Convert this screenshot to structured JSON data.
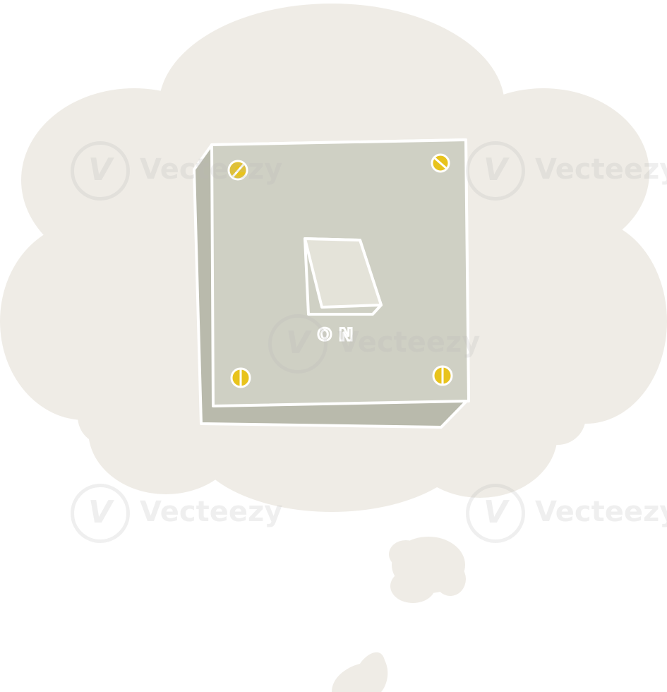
{
  "illustration": {
    "switch_label": "ON",
    "colors": {
      "background": "#ffffff",
      "cloud": "#efece6",
      "plate": "#cfd0c4",
      "plate_shadow": "#b9baac",
      "outline": "#ffffff",
      "screw": "#e8c31c",
      "toggle": "#e4e3d9"
    },
    "icons": [
      "thought-cloud-icon",
      "light-switch-icon",
      "screw-icon"
    ]
  },
  "watermark": {
    "brand": "Vecteezy",
    "logo_glyph": "V"
  }
}
